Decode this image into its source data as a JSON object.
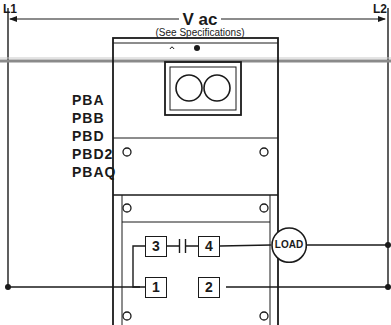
{
  "diagram": {
    "nodes": [
      {
        "text": [
          "3"
        ]
      },
      {
        "text": [
          "4"
        ]
      },
      {
        "text": [
          "LOAD"
        ]
      },
      {
        "text": [
          "1"
        ]
      },
      {
        "text": [
          "2"
        ]
      }
    ],
    "edges": [
      {
        "from": 0,
        "to": 1,
        "arrow": "none"
      },
      {
        "from": 1,
        "to": 2,
        "arrow": "none"
      },
      {
        "from": 0,
        "to": 3,
        "arrow": "none"
      }
    ],
    "labels": [
      "L1",
      "L2",
      "V ac",
      "(See Specifications)",
      "PBA",
      "PBB",
      "PBD",
      "PBD2",
      "PBAQ"
    ]
  }
}
